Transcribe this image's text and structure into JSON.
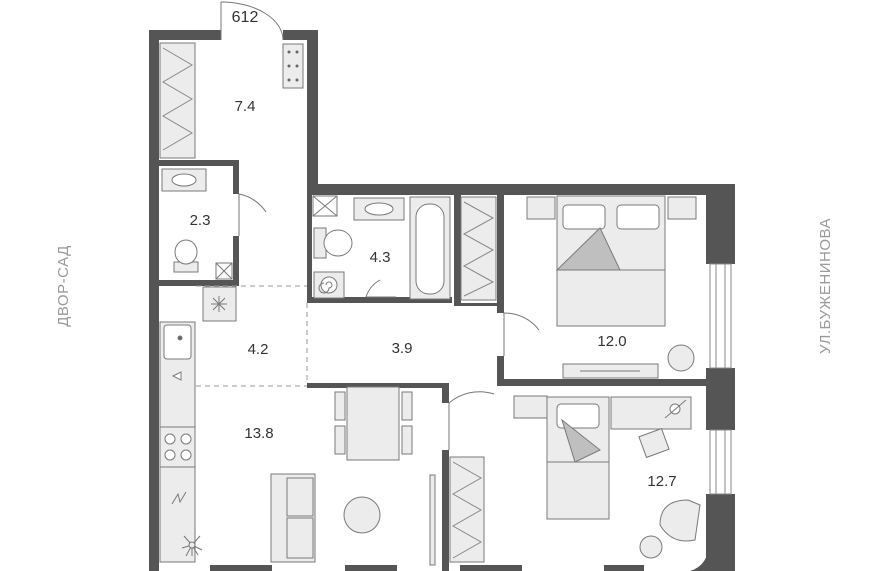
{
  "apartment": {
    "number": "612",
    "rooms": [
      {
        "id": "hall",
        "area": "7.4"
      },
      {
        "id": "wc",
        "area": "2.3"
      },
      {
        "id": "bathroom",
        "area": "4.3"
      },
      {
        "id": "corridor",
        "area": "4.2"
      },
      {
        "id": "hallway",
        "area": "3.9"
      },
      {
        "id": "bedroom-1",
        "area": "12.0"
      },
      {
        "id": "living-kitchen",
        "area": "13.8"
      },
      {
        "id": "bedroom-2",
        "area": "12.7"
      }
    ]
  },
  "surroundings": {
    "left_label": "ДВОР-САД",
    "right_label": "УЛ.БУЖЕНИНОВА"
  },
  "colors": {
    "wall": "#555555",
    "furniture_fill": "#ececec",
    "line": "#7a7a7a",
    "text": "#333333",
    "muted_text": "#9a9a9a"
  }
}
